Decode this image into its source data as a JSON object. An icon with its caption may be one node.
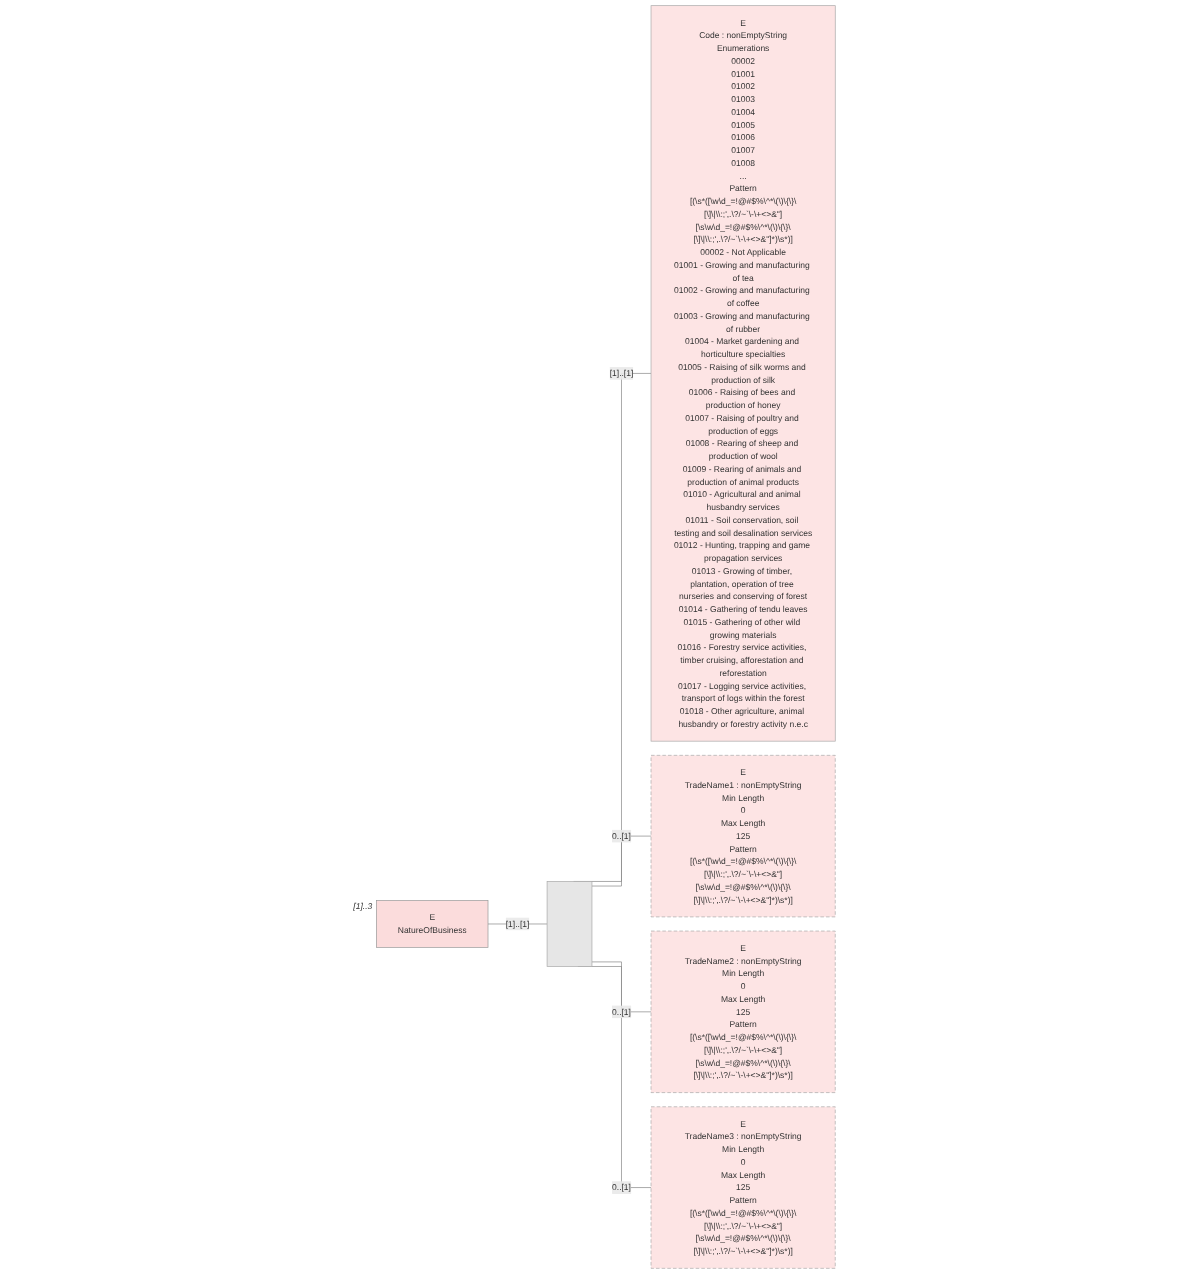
{
  "diagram": {
    "nodes": [
      {
        "text": [
          "E",
          "NatureOfBusiness"
        ],
        "beside": [
          "[1]..3"
        ]
      },
      {
        "text": [],
        "shape": "bar"
      },
      {
        "text": [
          "E",
          "Code : nonEmptyString",
          "Enumerations",
          "00002",
          "01001",
          "01002",
          "01003",
          "01004",
          "01005",
          "01006",
          "01007",
          "01008",
          "...",
          "Pattern",
          "[(\\s*([\\w\\d_=!@#$%\\^*\\(\\)\\{\\}\\[\\]\\|\\\\:;',.\\?/~`\\-\\+<>&\"][\\s\\w\\d_=!@#$%\\^*\\(\\)\\{\\}\\[\\]\\|\\\\:;',.\\?/~`\\-\\+<>&\"]*)\\s*)]",
          "00002 - Not Applicable",
          "01001 - Growing and manufacturing of tea",
          "01002 - Growing and manufacturing of coffee",
          "01003 - Growing and manufacturing of rubber",
          "01004 - Market gardening and horticulture specialties",
          "01005 - Raising of silk worms and production of silk",
          "01006 - Raising of bees and production of honey",
          "01007 - Raising of poultry and production of eggs",
          "01008 - Rearing of sheep and production of wool",
          "01009 - Rearing of animals and production of animal products",
          "01010 - Agricultural and animal husbandry services",
          "01011 - Soil conservation, soil testing and soil desalination services",
          "01012 - Hunting, trapping and game propagation services",
          "01013 - Growing of timber, plantation, operation of tree nurseries and conserving of forest",
          "01014 - Gathering of tendu leaves",
          "01015 - Gathering of other wild growing materials",
          "01016 - Forestry service activities, timber cruising, afforestation and reforestation",
          "01017 - Logging service activities, transport of logs within the forest",
          "01018 - Other agriculture, animal husbandry or forestry activity n.e.c"
        ]
      },
      {
        "text": [
          "E",
          "TradeName1 : nonEmptyString",
          "Min Length",
          "0",
          "Max Length",
          "125",
          "Pattern",
          "[(\\s*([\\w\\d_=!@#$%\\^*\\(\\)\\{\\}\\[\\]\\|\\\\:;',.\\?/~`\\-\\+<>&\"][\\s\\w\\d_=!@#$%\\^*\\(\\)\\{\\}\\[\\]\\|\\\\:;',.\\?/~`\\-\\+<>&\"]*)\\s*)]"
        ]
      },
      {
        "text": [
          "E",
          "TradeName2 : nonEmptyString",
          "Min Length",
          "0",
          "Max Length",
          "125",
          "Pattern",
          "[(\\s*([\\w\\d_=!@#$%\\^*\\(\\)\\{\\}\\[\\]\\|\\\\:;',.\\?/~`\\-\\+<>&\"][\\s\\w\\d_=!@#$%\\^*\\(\\)\\{\\}\\[\\]\\|\\\\:;',.\\?/~`\\-\\+<>&\"]*)\\s*)]"
        ]
      },
      {
        "text": [
          "E",
          "TradeName3 : nonEmptyString",
          "Min Length",
          "0",
          "Max Length",
          "125",
          "Pattern",
          "[(\\s*([\\w\\d_=!@#$%\\^*\\(\\)\\{\\}\\[\\]\\|\\\\:;',.\\?/~`\\-\\+<>&\"][\\s\\w\\d_=!@#$%\\^*\\(\\)\\{\\}\\[\\]\\|\\\\:;',.\\?/~`\\-\\+<>&\"]*)\\s*)]"
        ]
      }
    ],
    "edges": [
      {
        "from": 0,
        "to": 1,
        "arrow": "none",
        "label": "[1]..[1]"
      },
      {
        "from": 1,
        "to": 2,
        "arrow": "none",
        "label": "[1]..[1]"
      },
      {
        "from": 1,
        "to": 3,
        "arrow": "none",
        "label": "0..[1]"
      },
      {
        "from": 1,
        "to": 4,
        "arrow": "none",
        "label": "0..[1]"
      },
      {
        "from": 1,
        "to": 5,
        "arrow": "none",
        "label": "0..[1]"
      }
    ]
  }
}
